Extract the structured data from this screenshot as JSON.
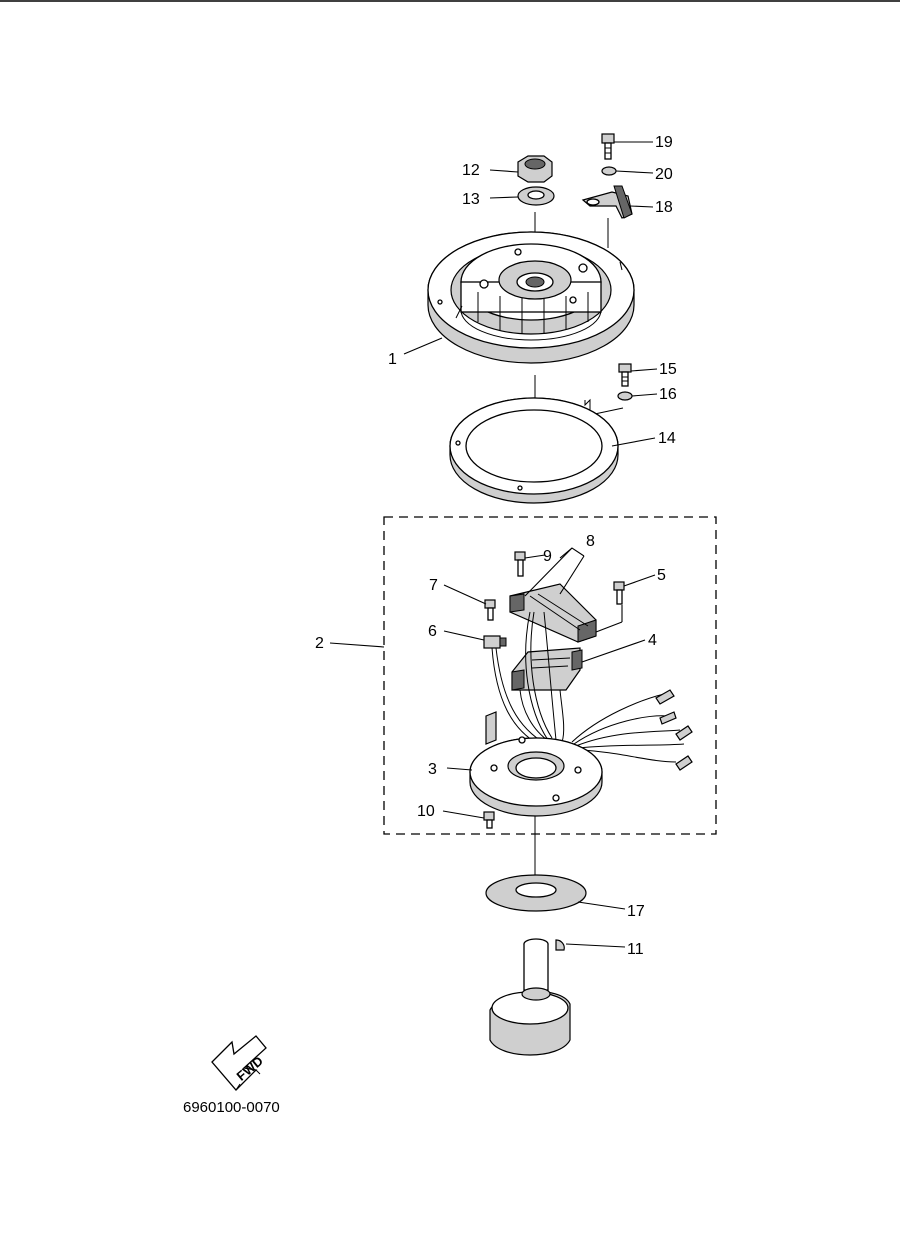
{
  "diagram": {
    "drawing_number": "6960100-0070",
    "fwd_label": "FWD",
    "callouts": [
      {
        "id": "c1",
        "label": "1"
      },
      {
        "id": "c2",
        "label": "2"
      },
      {
        "id": "c3",
        "label": "3"
      },
      {
        "id": "c4",
        "label": "4"
      },
      {
        "id": "c5",
        "label": "5"
      },
      {
        "id": "c6",
        "label": "6"
      },
      {
        "id": "c7",
        "label": "7"
      },
      {
        "id": "c8",
        "label": "8"
      },
      {
        "id": "c9",
        "label": "9"
      },
      {
        "id": "c10",
        "label": "10"
      },
      {
        "id": "c11",
        "label": "11"
      },
      {
        "id": "c12",
        "label": "12"
      },
      {
        "id": "c13",
        "label": "13"
      },
      {
        "id": "c14",
        "label": "14"
      },
      {
        "id": "c15",
        "label": "15"
      },
      {
        "id": "c16",
        "label": "16"
      },
      {
        "id": "c17",
        "label": "17"
      },
      {
        "id": "c18",
        "label": "18"
      },
      {
        "id": "c19",
        "label": "19"
      },
      {
        "id": "c20",
        "label": "20"
      }
    ]
  }
}
